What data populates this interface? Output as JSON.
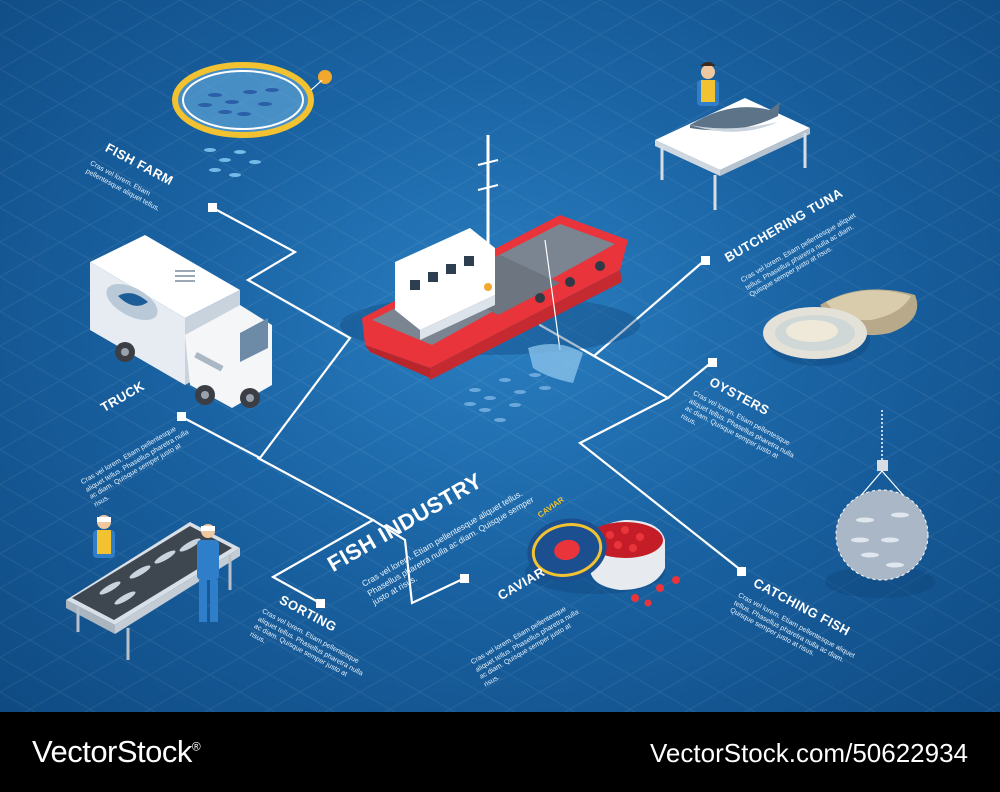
{
  "title": "FISH INDUSTRY",
  "lorem": "Cras vel lorem. Etiam pellentesque aliquet tellus. Phasellus pharetra nulla ac diam. Quisque semper justo at risus.",
  "lorem_short": "Cras vel lorem. Etiam pellentesque aliquet tellus.",
  "nodes": {
    "fish_farm": "FISH FARM",
    "truck": "TRUCK",
    "sorting": "SORTING",
    "caviar": "CAVIAR",
    "butchering_tuna": "BUTCHERING TUNA",
    "oysters": "OYSTERS",
    "catching_fish": "CATCHING FISH"
  },
  "caviar_tin": "CAVIAR",
  "footer": {
    "brand": "VectorStock",
    "registered": "®",
    "url": "VectorStock.com/50622934"
  },
  "colors": {
    "background": "#1a63a3",
    "lines": "#ffffff",
    "boat_hull": "#e8343a",
    "footer": "#000000"
  }
}
